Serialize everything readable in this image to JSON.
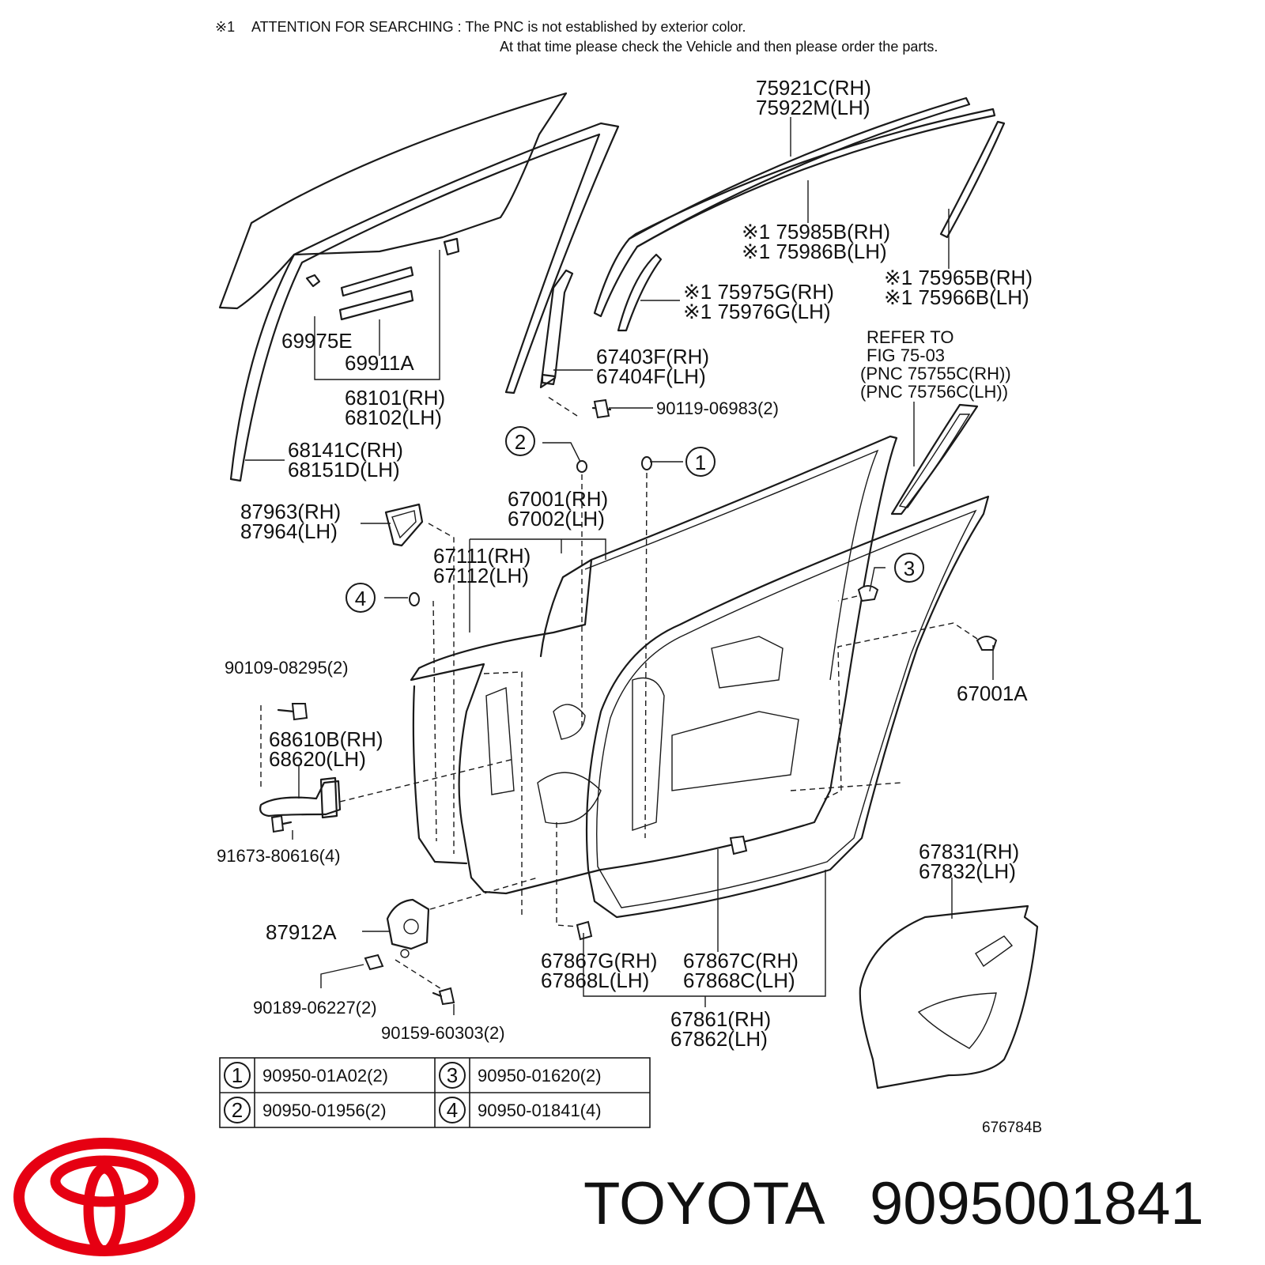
{
  "header_note": {
    "mark": "※1",
    "line1": "ATTENTION FOR SEARCHING : The PNC is not established by exterior color.",
    "line2": "At that time please check the Vehicle and then please order the parts."
  },
  "labels": {
    "p75921c": "75921C(RH)",
    "p75922m": "75922M(LH)",
    "p75985b": "※1 75985B(RH)",
    "p75986b": "※1 75986B(LH)",
    "p75965b": "※1 75965B(RH)",
    "p75966b": "※1 75966B(LH)",
    "p75975g": "※1 75975G(RH)",
    "p75976g": "※1 75976G(LH)",
    "refer1": "REFER TO",
    "refer2": "FIG 75-03",
    "refer3": "(PNC 75755C(RH))",
    "refer4": "(PNC 75756C(LH))",
    "p69975e": "69975E",
    "p69911a": "69911A",
    "p68101": "68101(RH)",
    "p68102": "68102(LH)",
    "p67403f": "67403F(RH)",
    "p67404f": "67404F(LH)",
    "p90119": "90119-06983(2)",
    "p68141c": "68141C(RH)",
    "p68151d": "68151D(LH)",
    "p87963": "87963(RH)",
    "p87964": "87964(LH)",
    "p67001": "67001(RH)",
    "p67002": "67002(LH)",
    "p67111": "67111(RH)",
    "p67112": "67112(LH)",
    "p90109": "90109-08295(2)",
    "p68610b": "68610B(RH)",
    "p68620": "68620(LH)",
    "p91673": "91673-80616(4)",
    "p67001a": "67001A",
    "p87912a": "87912A",
    "p90189": "90189-06227(2)",
    "p90159": "90159-60303(2)",
    "p67867g": "67867G(RH)",
    "p67868l": "67868L(LH)",
    "p67867c": "67867C(RH)",
    "p67868c": "67868C(LH)",
    "p67861": "67861(RH)",
    "p67862": "67862(LH)",
    "p67831": "67831(RH)",
    "p67832": "67832(LH)",
    "fig_id": "676784B"
  },
  "callouts": {
    "c1": "1",
    "c2": "2",
    "c3": "3",
    "c4": "4"
  },
  "legend_table": [
    {
      "num": "1",
      "part": "90950-01A02(2)"
    },
    {
      "num": "3",
      "part": "90950-01620(2)"
    },
    {
      "num": "2",
      "part": "90950-01956(2)"
    },
    {
      "num": "4",
      "part": "90950-01841(4)"
    }
  ],
  "brand": {
    "name": "TOYOTA",
    "part_number": "9095001841",
    "logo_color": "#e60012"
  }
}
